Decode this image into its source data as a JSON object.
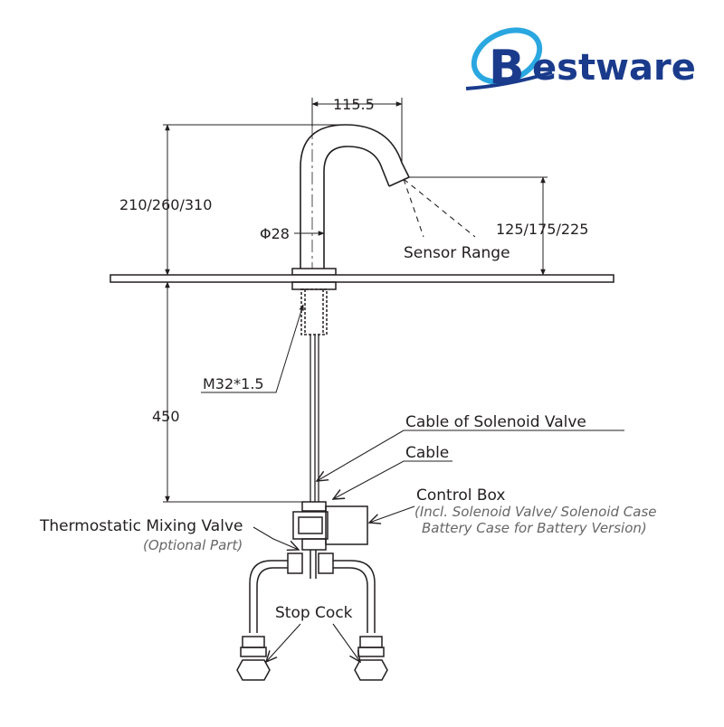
{
  "brand": {
    "logo_letter": "B",
    "logo_rest": "estware",
    "primary_color": "#1a3b8c",
    "accent_color": "#2aa7e0"
  },
  "dimensions": {
    "spout_reach": "115.5",
    "spout_height": "210/260/310",
    "sensor_height": "125/175/225",
    "diameter": "Φ28",
    "thread": "M32*1.5",
    "below_deck": "450"
  },
  "labels": {
    "sensor_range": "Sensor Range",
    "cable_solenoid": "Cable of Solenoid Valve",
    "cable": "Cable",
    "control_box": "Control Box",
    "control_box_note_1": "(Incl. Solenoid Valve/ Solenoid Case",
    "control_box_note_2": "Battery Case for Battery Version)",
    "thermostatic_valve": "Thermostatic Mixing Valve",
    "optional_part": "(Optional Part)",
    "stop_cock": "Stop Cock"
  },
  "colors": {
    "line": "#231f20",
    "note": "#666666"
  }
}
